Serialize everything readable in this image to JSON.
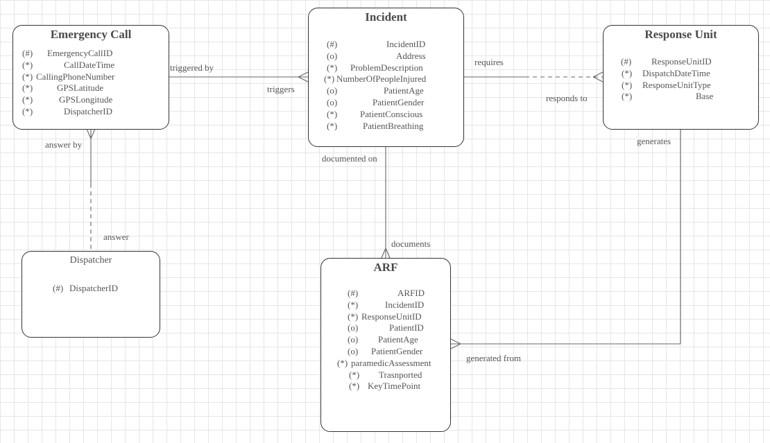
{
  "entities": {
    "emergency_call": {
      "title": "Emergency Call",
      "attributes": [
        {
          "sym": "(#)",
          "name": "EmergencyCallID"
        },
        {
          "sym": "(*)",
          "name": "CallDateTime"
        },
        {
          "sym": "(*)",
          "name": "CallingPhoneNumber"
        },
        {
          "sym": "(*)",
          "name": "GPSLatitude"
        },
        {
          "sym": "(*)",
          "name": "GPSLongitude"
        },
        {
          "sym": "(*)",
          "name": "DispatcherID"
        }
      ]
    },
    "incident": {
      "title": "Incident",
      "attributes": [
        {
          "sym": "(#)",
          "name": "IncidentID"
        },
        {
          "sym": "(o)",
          "name": "Address"
        },
        {
          "sym": "(*)",
          "name": "ProblemDescription"
        },
        {
          "sym": "(*)",
          "name": "NumberOfPeopleInjured"
        },
        {
          "sym": "(o)",
          "name": "PatientAge"
        },
        {
          "sym": "(o)",
          "name": "PatientGender"
        },
        {
          "sym": "(*)",
          "name": "PatientConscious"
        },
        {
          "sym": "(*)",
          "name": "PatientBreathing"
        }
      ]
    },
    "response_unit": {
      "title": "Response Unit",
      "attributes": [
        {
          "sym": "(#)",
          "name": "ResponseUnitID"
        },
        {
          "sym": "(*)",
          "name": "DispatchDateTime"
        },
        {
          "sym": "(*)",
          "name": "ResponseUnitType"
        },
        {
          "sym": "(*)",
          "name": "Base"
        }
      ]
    },
    "dispatcher": {
      "title": "Dispatcher",
      "attributes": [
        {
          "sym": "(#)",
          "name": "DispatcherID"
        }
      ]
    },
    "arf": {
      "title": "ARF",
      "attributes": [
        {
          "sym": "(#)",
          "name": "ARFID"
        },
        {
          "sym": "(*)",
          "name": "IncidentID"
        },
        {
          "sym": "(*)",
          "name": "ResponseUnitID"
        },
        {
          "sym": "(o)",
          "name": "PatientID"
        },
        {
          "sym": "(o)",
          "name": "PatientAge"
        },
        {
          "sym": "(o)",
          "name": "PatientGender"
        },
        {
          "sym": "(*)",
          "name": "paramedicAssessment"
        },
        {
          "sym": "(*)",
          "name": "Trasnported"
        },
        {
          "sym": "(*)",
          "name": "KeyTimePoint"
        }
      ]
    }
  },
  "relationships": {
    "call_incident": {
      "label_a": "triggered by",
      "label_b": "triggers"
    },
    "incident_unit": {
      "label_a": "requires",
      "label_b": "responds to"
    },
    "call_dispatcher": {
      "label_a": "answer by",
      "label_b": "answer"
    },
    "incident_arf": {
      "label_a": "documented on",
      "label_b": "documents"
    },
    "unit_arf": {
      "label_a": "generates",
      "label_b": "generated from"
    }
  }
}
